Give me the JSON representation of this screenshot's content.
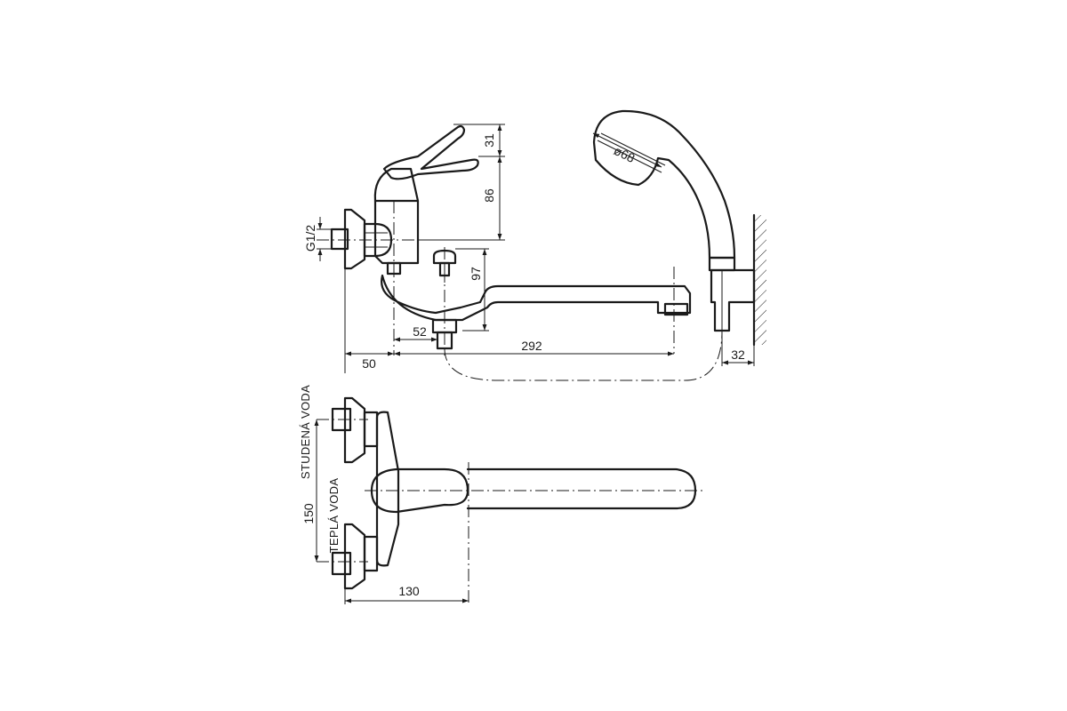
{
  "dimensions": {
    "lever_height": "31",
    "body_height": "86",
    "thread": "G1/2",
    "spout_height": "97",
    "spout_gap": "52",
    "spout_length": "292",
    "wall_offset": "50",
    "holder_offset": "32",
    "shower_diameter": "ø68",
    "connection_spacing": "150",
    "depth": "130"
  },
  "labels": {
    "cold_water": "STUDENÁ VODA",
    "hot_water": "TEPLÁ VODA"
  }
}
